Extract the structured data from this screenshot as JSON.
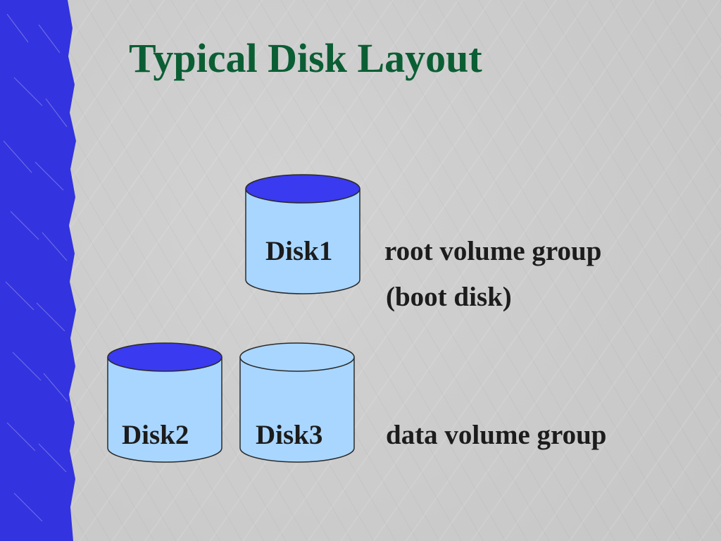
{
  "slide": {
    "title": "Typical Disk Layout"
  },
  "colors": {
    "title": "#0b5e34",
    "stripe": "#3333e0",
    "disk_body": "#a9d6ff",
    "disk_top_highlight": "#3a3af0",
    "disk_top_plain": "#a9d6ff",
    "outline": "#2a2a2a"
  },
  "disks": [
    {
      "label": "Disk1",
      "top_highlight": true
    },
    {
      "label": "Disk2",
      "top_highlight": true
    },
    {
      "label": "Disk3",
      "top_highlight": false
    }
  ],
  "groups": {
    "root": {
      "line1": "root volume group",
      "line2": "(boot disk)"
    },
    "data": {
      "line1": "data volume group"
    }
  }
}
